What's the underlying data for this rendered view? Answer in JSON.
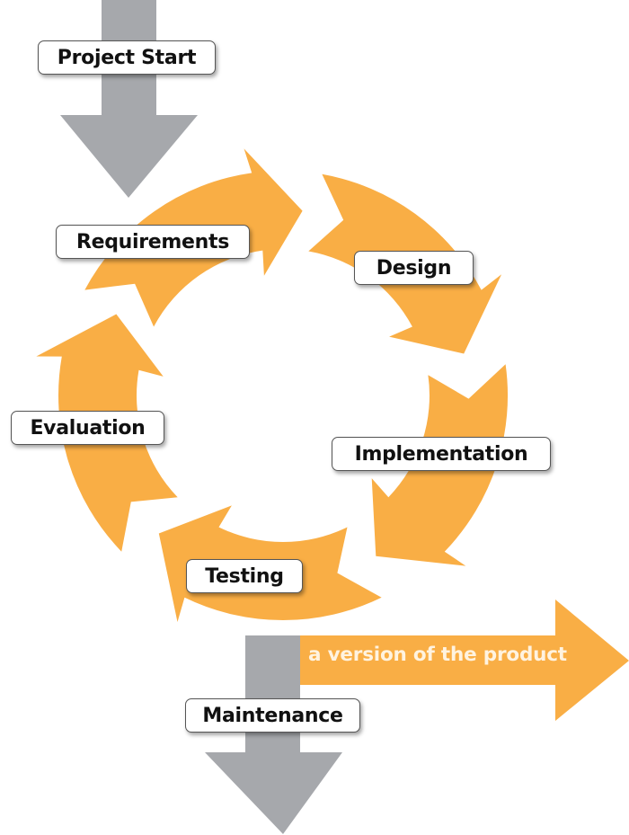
{
  "diagram": {
    "title": "Iterative development cycle",
    "colors": {
      "cycle_arrow": "#F9AE45",
      "flow_arrow": "#A6A8AC",
      "label_background": "#FFFFFF",
      "label_text": "#111111",
      "product_text": "#FFF3E0"
    },
    "start": {
      "label": "Project Start"
    },
    "cycle": [
      {
        "id": "requirements",
        "label": "Requirements"
      },
      {
        "id": "design",
        "label": "Design"
      },
      {
        "id": "implementation",
        "label": "Implementation"
      },
      {
        "id": "testing",
        "label": "Testing"
      },
      {
        "id": "evaluation",
        "label": "Evaluation"
      }
    ],
    "end": {
      "label": "Maintenance"
    },
    "output": {
      "label": "a version of the product"
    }
  }
}
